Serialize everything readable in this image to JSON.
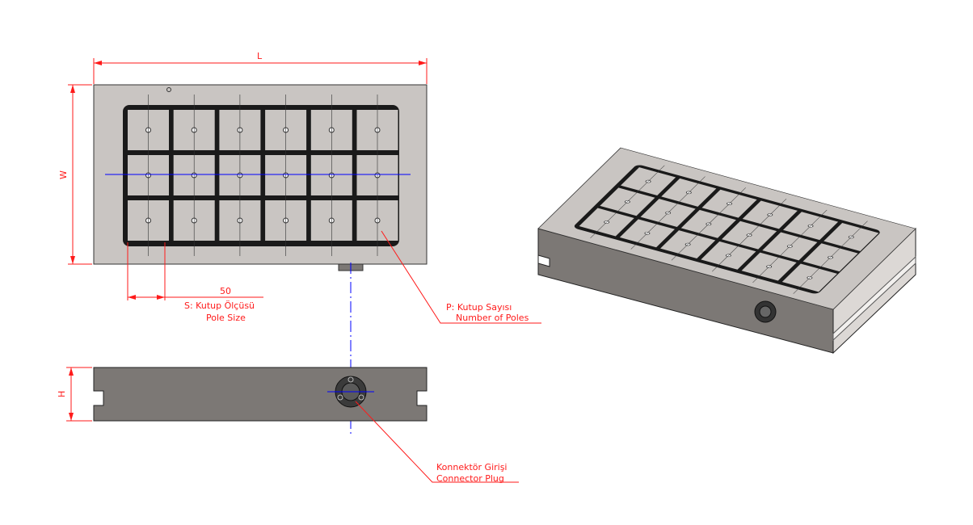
{
  "dimensions": {
    "length": "L",
    "width": "W",
    "height": "H",
    "pole_size_value": "50"
  },
  "labels": {
    "pole_size_tr": "S: Kutup Ölçüsü",
    "pole_size_en": "Pole Size",
    "pole_count_tr": "P: Kutup Sayısı",
    "pole_count_en": "Number of Poles",
    "connector_tr": "Konnektör Girişi",
    "connector_en": "Connector Plug"
  },
  "grid": {
    "columns": 6,
    "rows": 3
  },
  "colors": {
    "dimension": "#ff1a1a",
    "centerline": "#0000ff",
    "plate_top": "#c9c5c2",
    "plate_side": "#7c7875"
  }
}
